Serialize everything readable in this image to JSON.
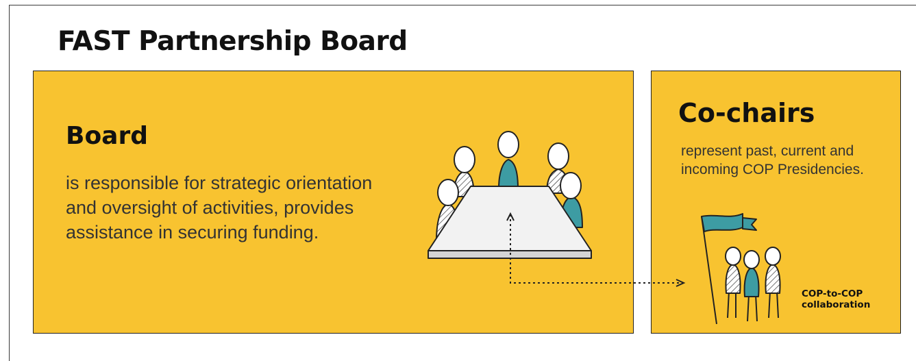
{
  "title": "FAST Partnership Board",
  "board": {
    "heading": "Board",
    "description": "is responsible for strategic orientation and oversight of activities, provides assistance in securing funding."
  },
  "cochairs": {
    "heading": "Co-chairs",
    "description": "represent past, current and incoming COP Presidencies."
  },
  "collaboration_label": "COP-to-COP collaboration",
  "colors": {
    "panel": "#f8c330",
    "accent": "#3d9ca3",
    "outline": "#222222"
  },
  "icons": [
    "meeting-table-icon",
    "flag-group-icon",
    "dotted-arrow-connector"
  ]
}
